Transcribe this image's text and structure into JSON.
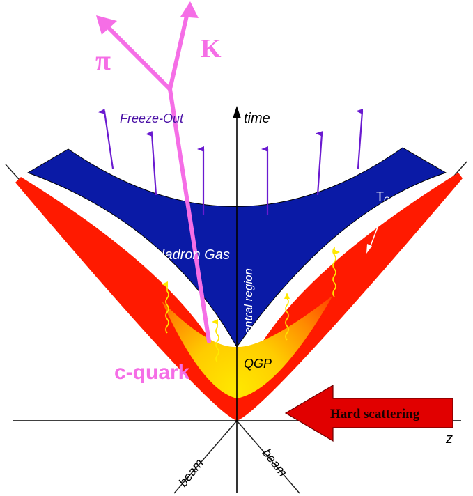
{
  "labels": {
    "pion": "π",
    "kaon": "K",
    "freeze_out": "Freeze-Out",
    "time_axis": "time",
    "z_axis": "z",
    "tc": "T",
    "tc_sub": "C",
    "hadron_gas": "Hadron Gas",
    "central_region": "central region",
    "qgp": "QGP",
    "c_quark": "c-quark",
    "hard_scattering": "Hard scattering",
    "beam_left": "beam",
    "beam_right": "beam"
  },
  "colors": {
    "hadron_gas": "#0a1aa6",
    "mixed_phase": "#ff1a00",
    "qgp_core": "#ffe800",
    "qgp_edge": "#ff6a00",
    "quark_track": "#f56ee6",
    "freeze_out_arrows": "#6a1ad0",
    "photons": "#ffe800",
    "hard_scattering_arrow": "#e10000",
    "axes": "#000000"
  }
}
